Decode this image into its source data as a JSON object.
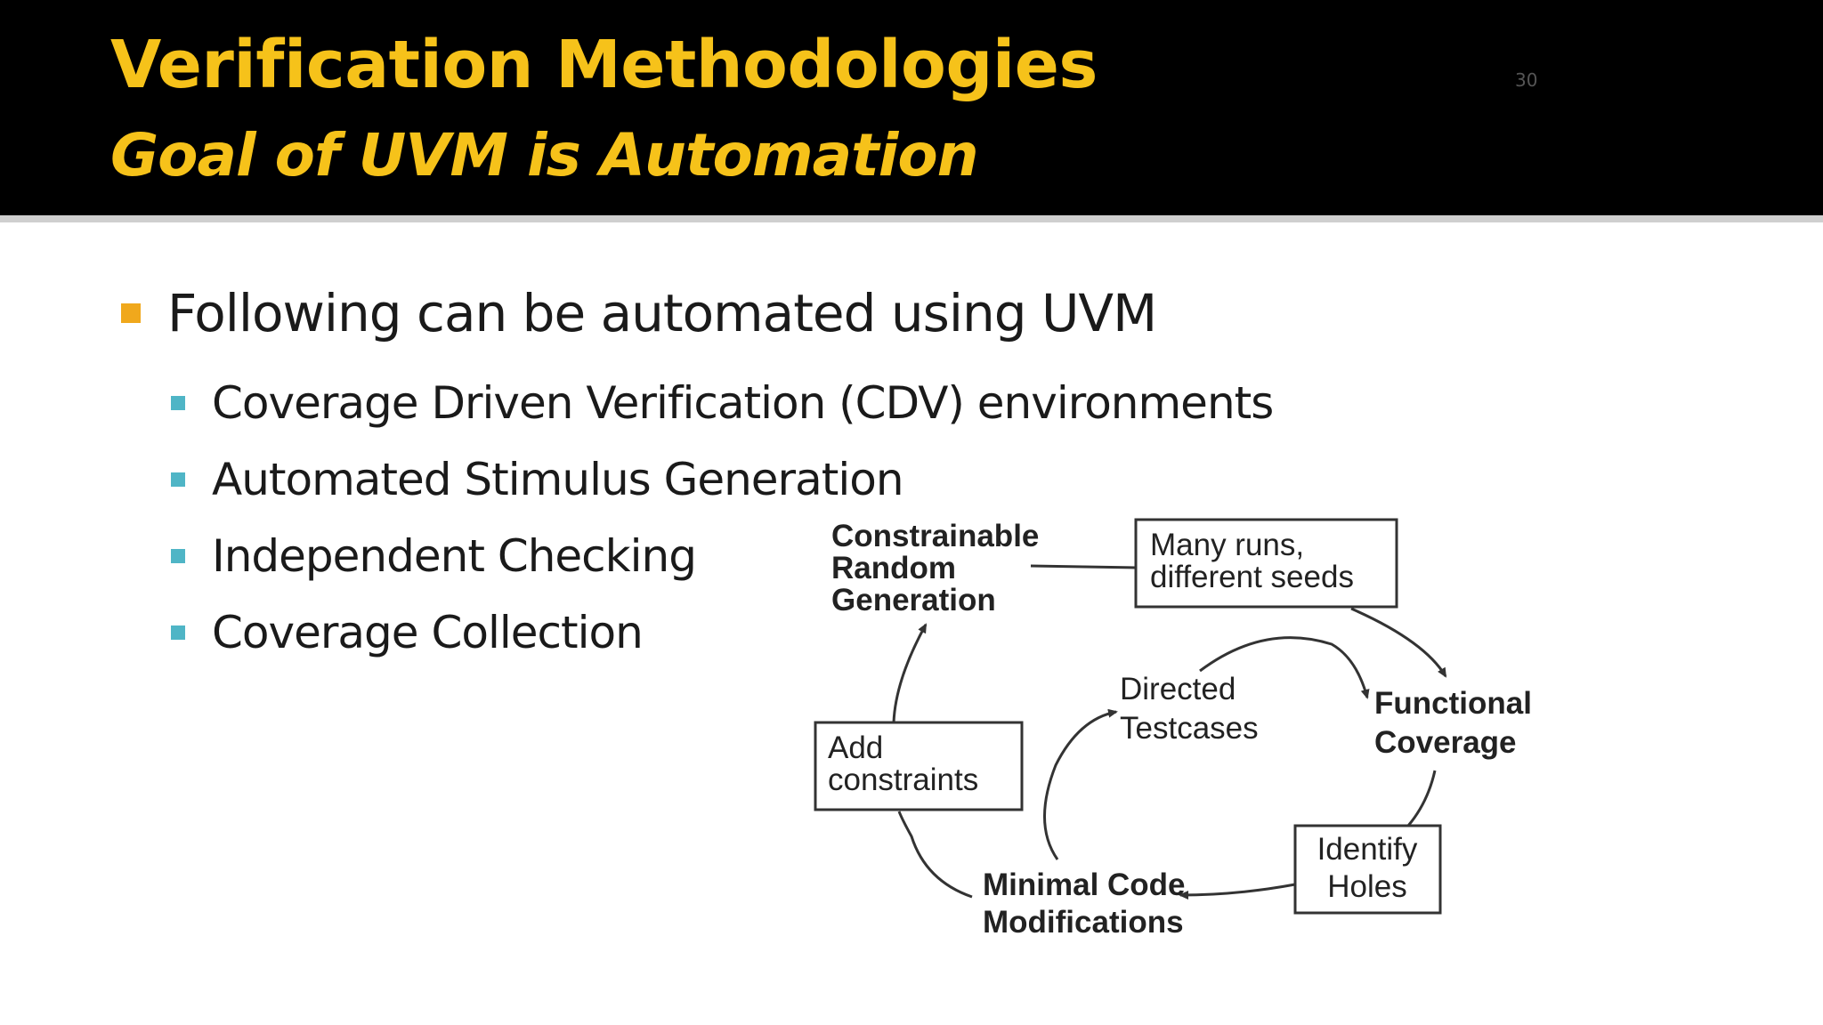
{
  "slide": {
    "title": "Verification Methodologies",
    "subtitle": "Goal of UVM is Automation",
    "page_number": "30",
    "colors": {
      "header_bg": "#000000",
      "title": "#f6c21a",
      "main_bullet": "#f0a81c",
      "sub_bullet": "#4fb5c6"
    }
  },
  "bullets": {
    "main": "Following can be automated using UVM",
    "items": [
      "Coverage Driven Verification (CDV) environments",
      "Automated Stimulus Generation",
      "Independent Checking",
      "Coverage Collection"
    ]
  },
  "diagram": {
    "crg": [
      "Constrainable",
      "Random",
      "Generation"
    ],
    "many_runs": [
      "Many runs,",
      "different seeds"
    ],
    "functional_coverage": [
      "Functional",
      "Coverage"
    ],
    "identify_holes": [
      "Identify",
      "Holes"
    ],
    "minimal_code": [
      "Minimal Code",
      "Modifications"
    ],
    "add_constraints": [
      "Add",
      "constraints"
    ],
    "directed_testcases": [
      "Directed",
      "Testcases"
    ]
  }
}
